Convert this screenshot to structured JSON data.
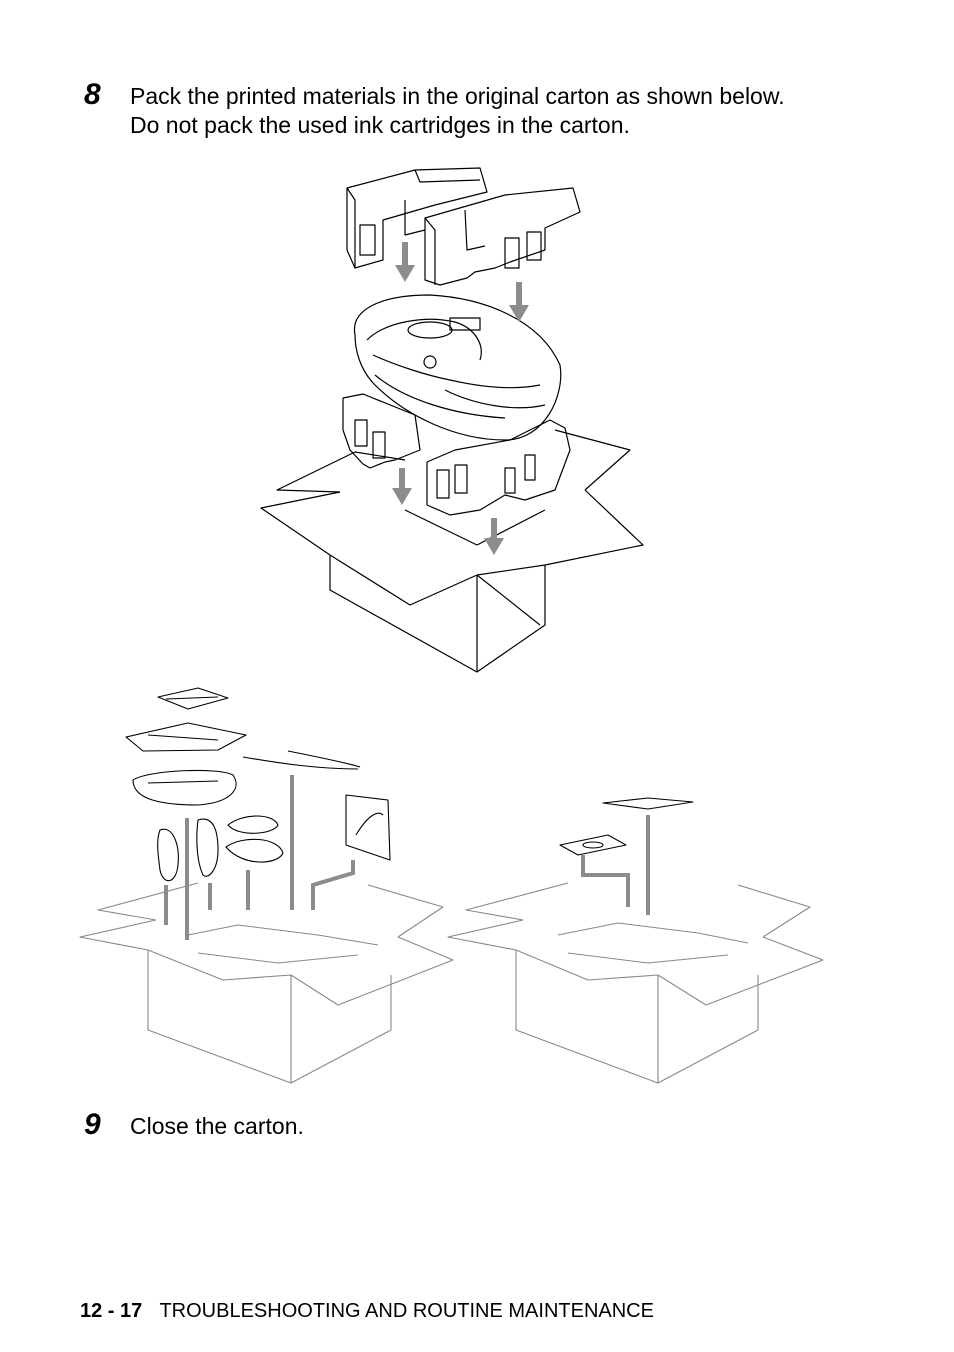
{
  "steps": [
    {
      "number": "8",
      "lines": [
        "Pack the printed materials in the original carton as shown below.",
        "Do not pack the used ink cartridges in the carton."
      ]
    },
    {
      "number": "9",
      "lines": [
        "Close the carton."
      ]
    }
  ],
  "footer": {
    "page": "12 - 17",
    "section": "TROUBLESHOOTING AND ROUTINE MAINTENANCE"
  },
  "colors": {
    "line": "#000000",
    "grey_line": "#8a8a8a",
    "arrow": "#8c8c8c"
  }
}
